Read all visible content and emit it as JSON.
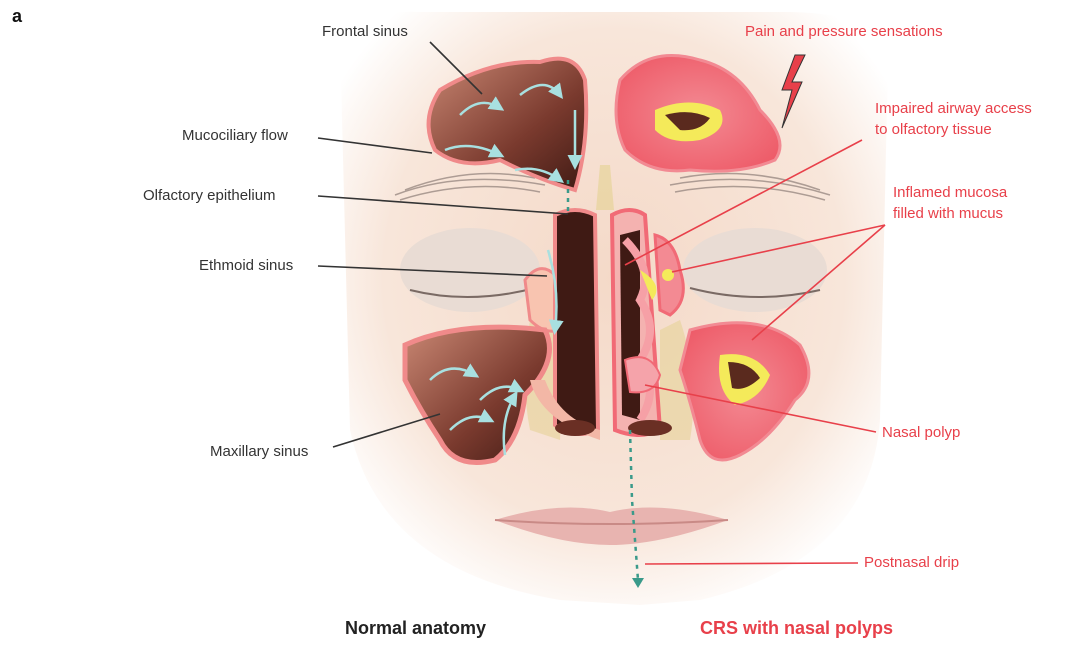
{
  "panel_letter": "a",
  "captions": {
    "normal": "Normal anatomy",
    "crs": "CRS with nasal polyps"
  },
  "left_labels": {
    "frontal_sinus": "Frontal sinus",
    "mucociliary_flow": "Mucociliary flow",
    "olfactory_epithelium": "Olfactory epithelium",
    "ethmoid_sinus": "Ethmoid sinus",
    "maxillary_sinus": "Maxillary sinus"
  },
  "right_labels": {
    "pain": "Pain and pressure sensations",
    "airway_line1": "Impaired airway access",
    "airway_line2": "to olfactory tissue",
    "mucosa_line1": "Inflamed mucosa",
    "mucosa_line2": "filled with mucus",
    "polyp": "Nasal polyp",
    "drip": "Postnasal drip"
  },
  "colors": {
    "normal_label": "#333333",
    "crs_label": "#e8404a",
    "skin": "#f7e3d6",
    "sinus_normal": "#7a3a2e",
    "sinus_inflamed": "#f16a76",
    "mucus": "#f4ea5a",
    "flow_arrow": "#7fc8c8"
  }
}
